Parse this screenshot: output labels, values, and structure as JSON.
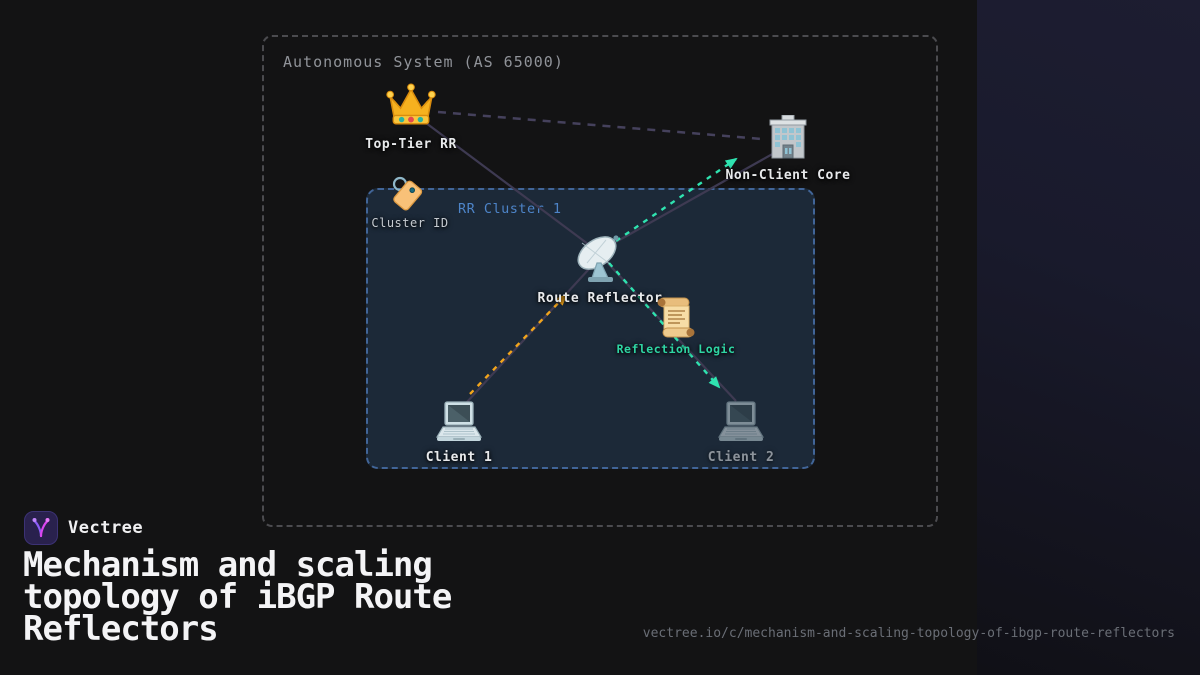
{
  "brand": {
    "name": "Vectree"
  },
  "title_lines": [
    "Mechanism and scaling",
    "topology of iBGP Route",
    "Reflectors"
  ],
  "url": "vectree.io/c/mechanism-and-scaling-topology-of-ibgp-route-reflectors",
  "diagram": {
    "as_label": "Autonomous System (AS 65000)",
    "cluster_label": "RR Cluster 1",
    "nodes": {
      "top_tier_rr": {
        "label": "Top-Tier RR",
        "icon": "crown-icon"
      },
      "cluster_id": {
        "label": "Cluster ID",
        "icon": "tag-icon"
      },
      "non_client_core": {
        "label": "Non-Client Core",
        "icon": "office-building-icon"
      },
      "route_reflector": {
        "label": "Route Reflector",
        "icon": "satellite-dish-icon"
      },
      "reflection_logic": {
        "label": "Reflection Logic",
        "icon": "scroll-icon"
      },
      "client_1": {
        "label": "Client 1",
        "icon": "laptop-icon"
      },
      "client_2": {
        "label": "Client 2",
        "icon": "laptop-icon"
      }
    },
    "colors": {
      "session_line": "#3e3a52",
      "peer_dashed_line": "#45415c",
      "reflect_flow": "#2fe3b0",
      "advertise_flow": "#f2a51c",
      "cluster_border": "#3e6cae",
      "cluster_fill": "#1c2938",
      "cluster_label": "#4d84c8",
      "as_border": "#4b4b4f",
      "as_label": "#909399",
      "reflection_label": "#2fd6a4"
    }
  }
}
